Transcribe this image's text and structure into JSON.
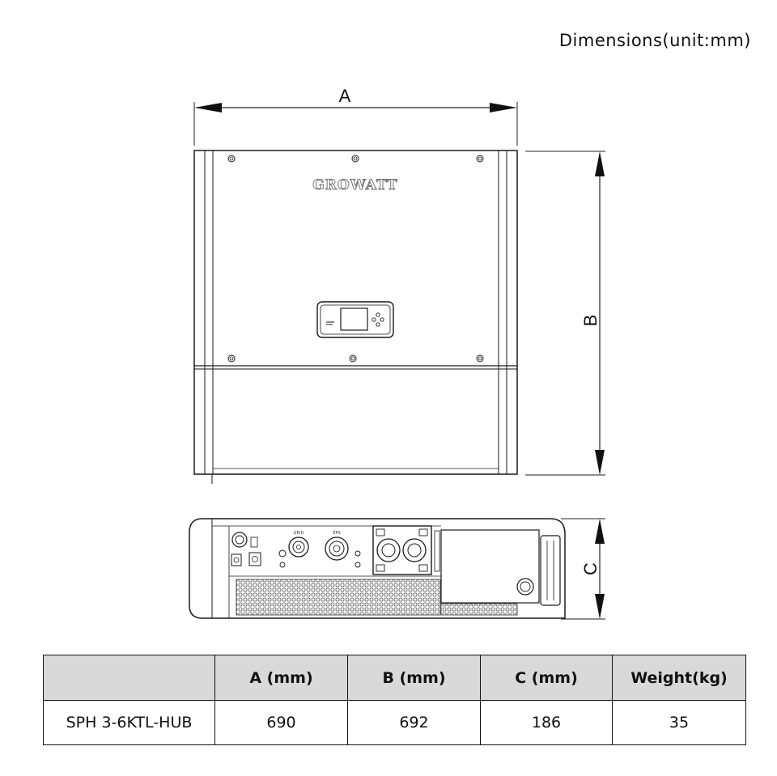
{
  "header": {
    "title": "Dimensions(unit:mm)"
  },
  "front_view": {
    "dim_a_label": "A",
    "dim_b_label": "B",
    "brand_logo": "GROWATT"
  },
  "bottom_view": {
    "dim_c_label": "C",
    "port_grid_label": "GRID",
    "port_eps_label": "EPS"
  },
  "table": {
    "headers": [
      "",
      "A (mm)",
      "B (mm)",
      "C (mm)",
      "Weight(kg)"
    ],
    "rows": [
      [
        "SPH 3-6KTL-HUB",
        "690",
        "692",
        "186",
        "35"
      ]
    ]
  },
  "icons": [
    "arrow-left-icon",
    "arrow-right-icon",
    "arrow-up-icon",
    "arrow-down-icon",
    "lcd-display-icon",
    "keypad-icon"
  ],
  "colors": {
    "line": "#1a1a1a",
    "header_fill": "#d9d9d9",
    "background": "#ffffff"
  }
}
